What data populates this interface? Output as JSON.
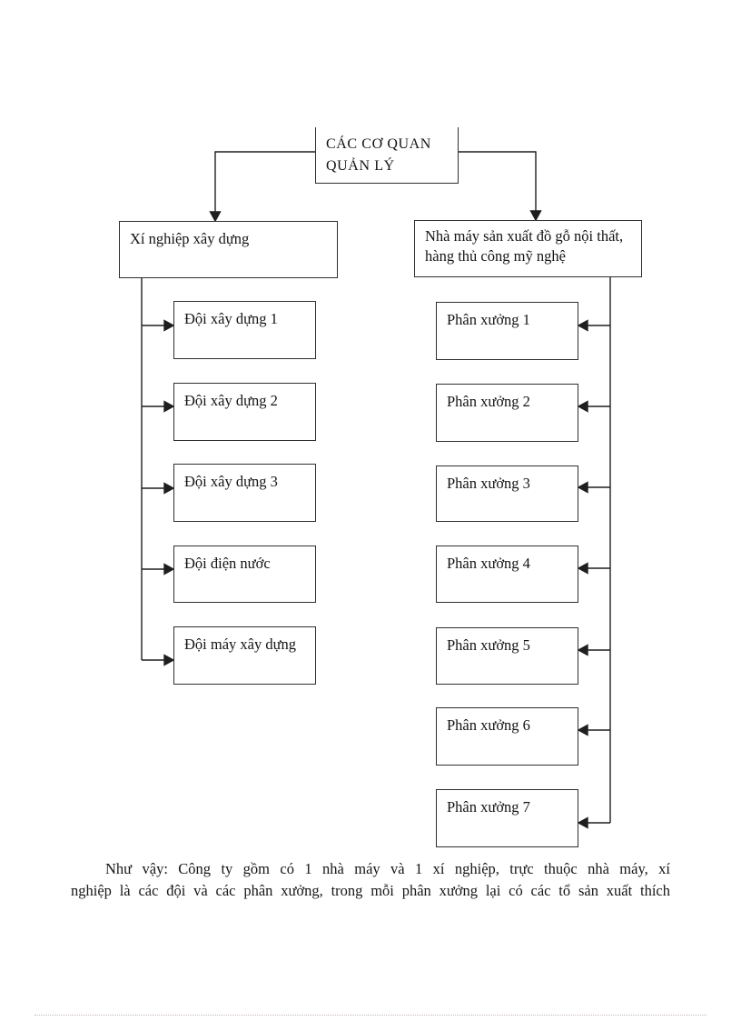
{
  "document": {
    "root_label": "CÁC CƠ QUAN QUẢN LÝ",
    "left_branch": {
      "header": "Xí nghiệp xây dựng",
      "units": [
        "Đội xây dựng 1",
        "Đội xây dựng 2",
        "Đội xây dựng 3",
        "Đội điện nước",
        "Đội máy xây dựng"
      ]
    },
    "right_branch": {
      "header": "Nhà máy sản xuất đồ gỗ nội thất, hàng thủ công mỹ nghệ",
      "units": [
        "Phân xưởng 1",
        "Phân xưởng 2",
        "Phân xưởng 3",
        "Phân xưởng 4",
        "Phân xưởng 5",
        "Phân xưởng 6",
        "Phân xưởng 7"
      ]
    },
    "paragraph_lines": [
      "Như vậy: Công ty gồm có 1 nhà máy và 1 xí nghiệp, trực thuộc nhà máy, xí",
      "nghiệp là các đội và các phân xưởng, trong mỗi phân xưởng lại có các tổ sản xuất thích"
    ],
    "colors": {
      "ink": "#1a1a1a",
      "box_border": "#2f2f2f",
      "page_break_dots": "#c7b6b6"
    }
  }
}
